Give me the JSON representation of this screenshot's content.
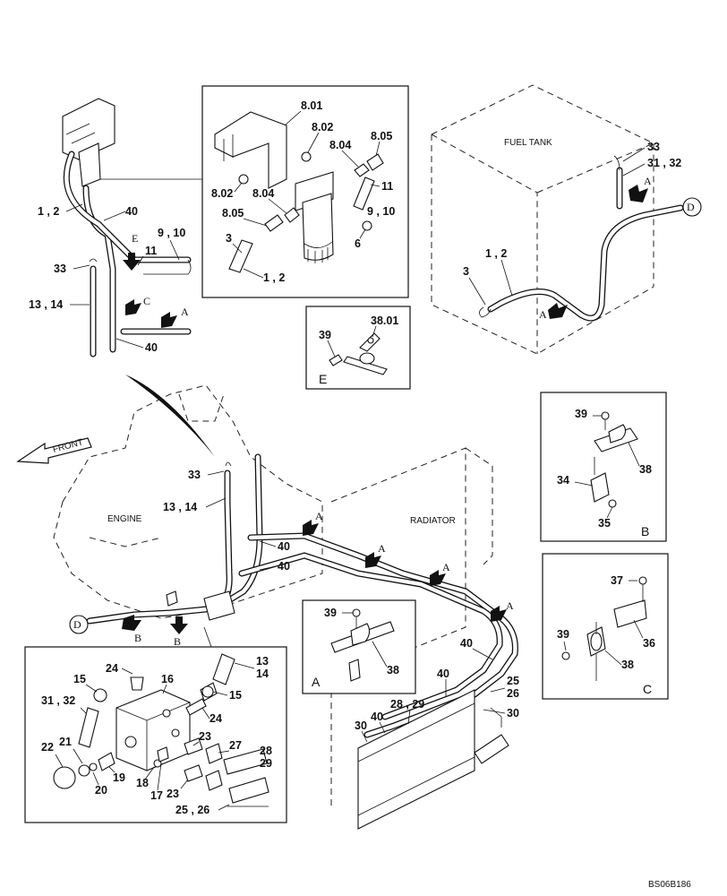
{
  "drawing_code": "BS06B186",
  "component_labels": {
    "fuel_tank": "FUEL TANK",
    "engine": "ENGINE",
    "radiator": "RADIATOR",
    "front": "FRONT"
  },
  "view_letters": {
    "A": "A",
    "B": "B",
    "C": "C",
    "D": "D",
    "E": "E"
  },
  "part_numbers": {
    "p1_2": "1 , 2",
    "p3": "3",
    "p6": "6",
    "p8_01": "8.01",
    "p8_02": "8.02",
    "p8_04": "8.04",
    "p8_05": "8.05",
    "p9_10": "9 , 10",
    "p11": "11",
    "p13_14": "13 , 14",
    "p13": "13",
    "p14": "14",
    "p15": "15",
    "p16": "16",
    "p17": "17",
    "p18": "18",
    "p19": "19",
    "p20": "20",
    "p21": "21",
    "p22": "22",
    "p23": "23",
    "p24": "24",
    "p25_26": "25 , 26",
    "p25": "25",
    "p26": "26",
    "p27": "27",
    "p28": "28",
    "p29": "29",
    "p28_29": "28 , 29",
    "p30": "30",
    "p31_32": "31 , 32",
    "p33": "33",
    "p34": "34",
    "p35": "35",
    "p36": "36",
    "p37": "37",
    "p38": "38",
    "p38_01": "38.01",
    "p39": "39",
    "p40": "40"
  }
}
